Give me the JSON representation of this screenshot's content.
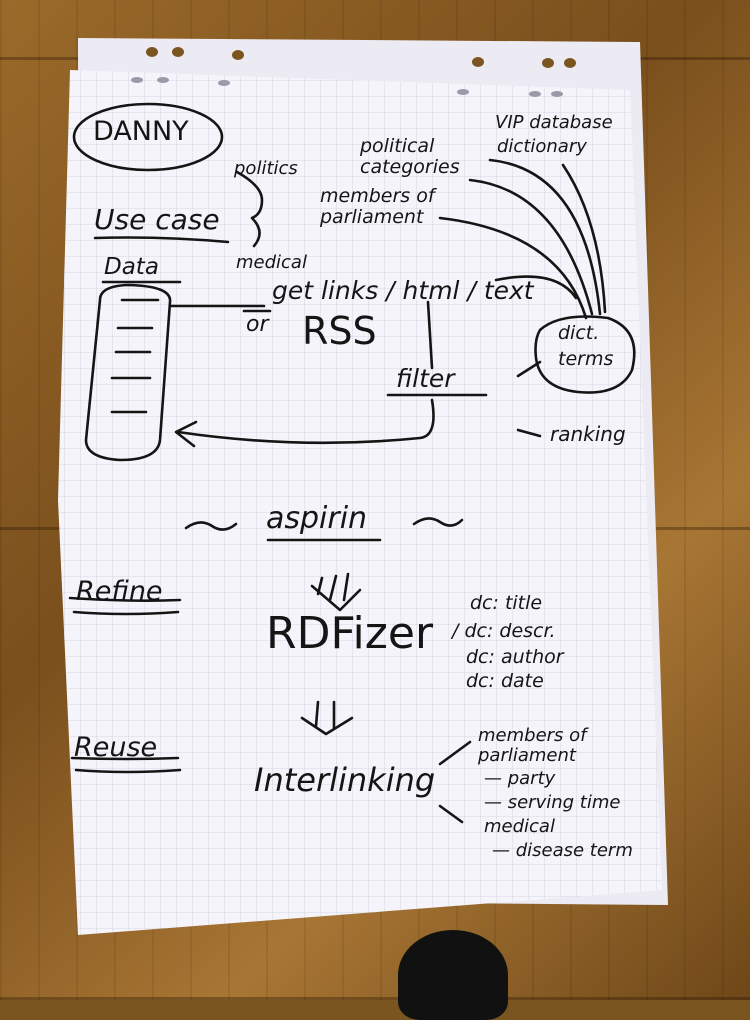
{
  "board": {
    "name": "DANNY",
    "use_case": "Use case",
    "data_label": "Data",
    "politics_label": "politics",
    "medical_label": "medical",
    "political_categories": "political categories",
    "members_of_parliament": "members of parliament",
    "vip_database": "VIP database",
    "dictionary": "dictionary",
    "get_links": "get links / html / text",
    "or_label": "or",
    "rss": "RSS",
    "dict_terms_1": "dict.",
    "dict_terms_2": "terms",
    "filter": "filter",
    "ranking": "ranking",
    "aspirin": "aspirin",
    "refine": "Refine",
    "rdfizer": "RDFizer",
    "dc_title": "dc: title",
    "dc_descr": "/ dc: descr.",
    "dc_author": "dc: author",
    "dc_date": "dc: date",
    "reuse": "Reuse",
    "interlinking": "Interlinking",
    "reuse_members": "members of parliament",
    "party": "— party",
    "serving_time": "— serving time",
    "medical": "medical",
    "disease_term": "— disease term"
  }
}
